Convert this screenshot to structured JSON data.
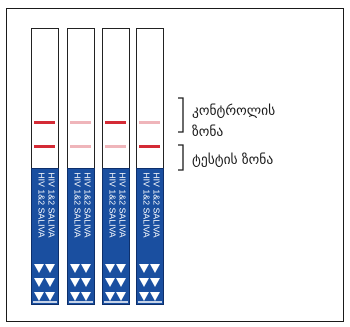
{
  "strip_text": {
    "line1": "HIV 1&2 SALIVA",
    "line2": "HIV 1&2 SALIVA"
  },
  "strips": [
    {
      "control_color": "#d42a35",
      "test_color": "#d42a35"
    },
    {
      "control_color": "#efb5ba",
      "test_color": "#efb5ba"
    },
    {
      "control_color": "#d42a35",
      "test_color": "#efb5ba"
    },
    {
      "control_color": "#efb5ba",
      "test_color": "#d42a35"
    }
  ],
  "labels": {
    "control_zone_line1": "კონტროლის",
    "control_zone_line2": "ზონა",
    "test_zone": "ტესტის  ზონა"
  },
  "colors": {
    "strip_body": "#1a4fa0",
    "line_strong": "#d42a35",
    "line_faint": "#efb5ba"
  }
}
